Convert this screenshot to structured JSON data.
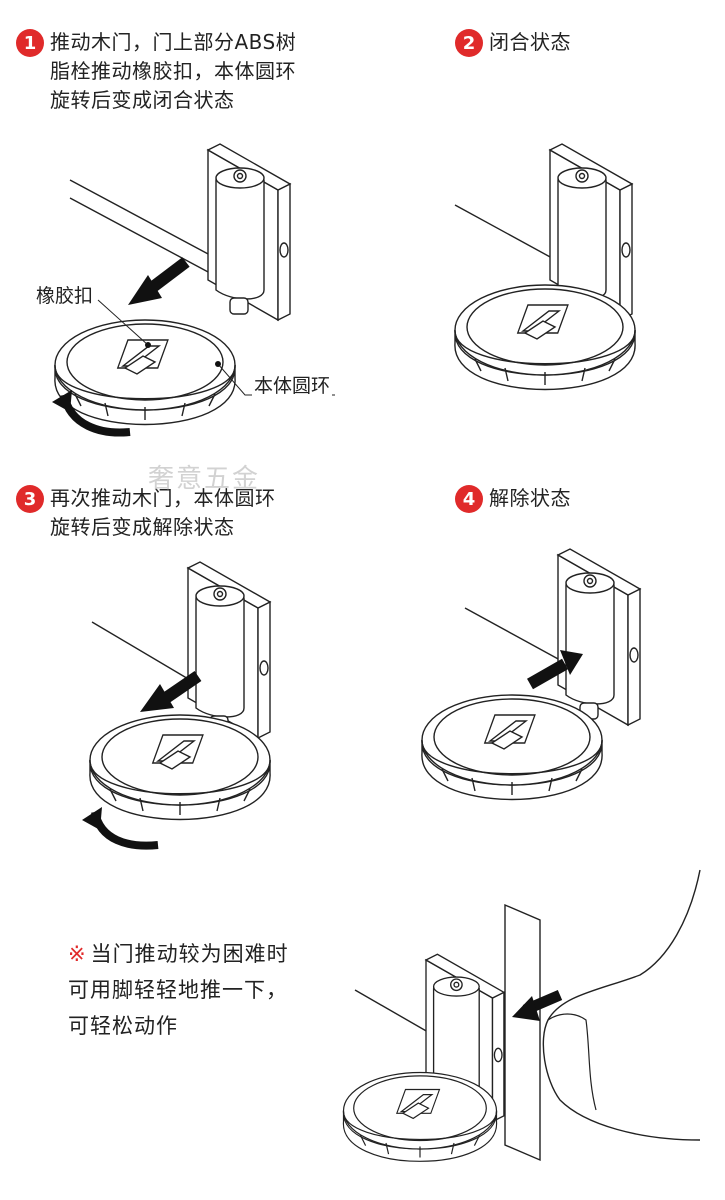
{
  "steps": [
    {
      "num": "1",
      "lines": [
        "推动木门，门上部分ABS树",
        "脂栓推动橡胶扣，本体圆环",
        "旋转后变成闭合状态"
      ]
    },
    {
      "num": "2",
      "lines": [
        "闭合状态"
      ]
    },
    {
      "num": "3",
      "lines": [
        "再次推动木门，本体圆环",
        "旋转后变成解除状态"
      ]
    },
    {
      "num": "4",
      "lines": [
        "解除状态"
      ]
    }
  ],
  "callouts": {
    "rubber_buckle": "橡胶扣",
    "body_ring": "本体圆环"
  },
  "note": {
    "symbol": "※",
    "lines": [
      "当门推动较为困难时",
      "可用脚轻轻地推一下，",
      "可轻松动作"
    ]
  },
  "watermark": "奢意五金",
  "colors": {
    "accent": "#e02a2a",
    "line": "#222222",
    "arrow": "#111111"
  }
}
